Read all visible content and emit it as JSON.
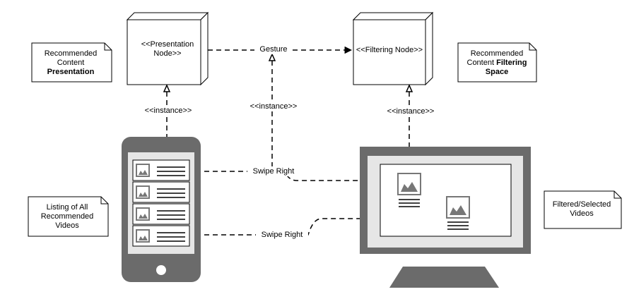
{
  "nodes": {
    "presentation": {
      "line1": "<<Presentation",
      "line2": "Node>>"
    },
    "filtering": {
      "label": "<<Filtering Node>>"
    }
  },
  "notes": {
    "presentation": {
      "line1": "Recommended",
      "line2": "Content",
      "line3": "Presentation"
    },
    "filtering": {
      "line1": "Recommended",
      "line2a": "Content ",
      "line2b": "Filtering",
      "line3": "Space"
    },
    "listing": {
      "line1": "Listing of All",
      "line2": "Recommended",
      "line3": "Videos"
    },
    "filtered": {
      "line1": "Filtered/Selected",
      "line2": "Videos"
    }
  },
  "edges": {
    "gesture": "Gesture",
    "instance_presentation": "<<instance>>",
    "instance_gesture": "<<instance>>",
    "instance_filtering": "<<instance>>",
    "swipe_top": "Swipe Right",
    "swipe_bottom": "Swipe Right"
  },
  "colors": {
    "device_gray": "#6b6b6b",
    "screen_light": "#e6e6e6",
    "icon_gray": "#777777",
    "line": "#000000"
  }
}
